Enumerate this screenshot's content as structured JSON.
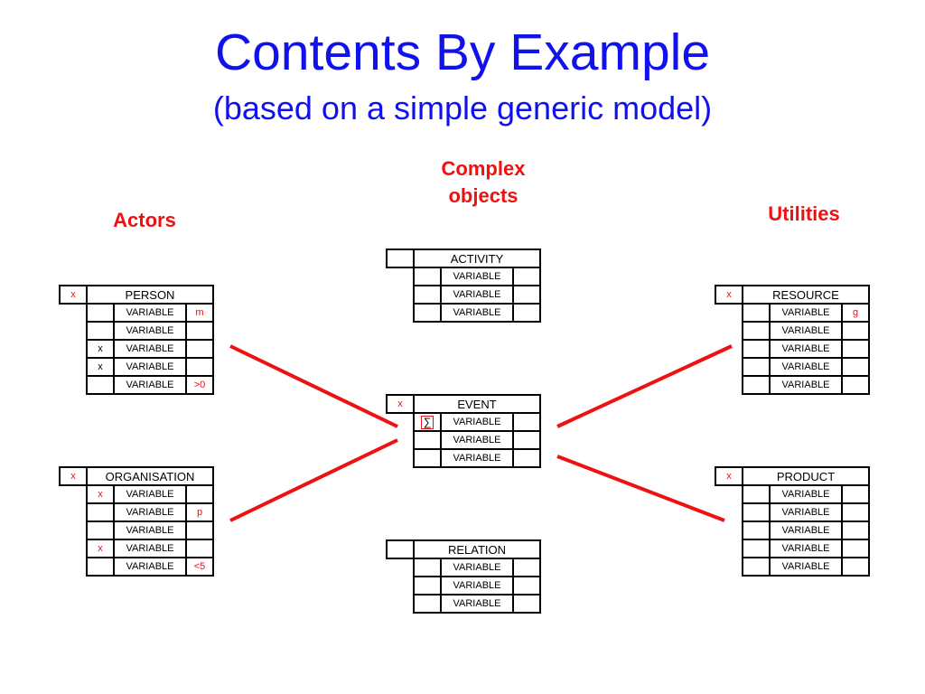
{
  "title": "Contents By Example",
  "subtitle": "(based on a simple generic model)",
  "sections": {
    "complex": "Complex\nobjects",
    "actors": "Actors",
    "utilities": "Utilities"
  },
  "colors": {
    "title": "#1111ee",
    "accent": "#ee1111",
    "border": "#000000"
  },
  "tables": {
    "activity": {
      "header": "ACTIVITY",
      "header_mark": "",
      "rows": [
        {
          "mark": "",
          "label": "VARIABLE",
          "note": ""
        },
        {
          "mark": "",
          "label": "VARIABLE",
          "note": ""
        },
        {
          "mark": "",
          "label": "VARIABLE",
          "note": ""
        }
      ]
    },
    "event": {
      "header": "EVENT",
      "header_mark": "x",
      "rows": [
        {
          "mark": "∑",
          "label": "VARIABLE",
          "note": ""
        },
        {
          "mark": "",
          "label": "VARIABLE",
          "note": ""
        },
        {
          "mark": "",
          "label": "VARIABLE",
          "note": ""
        }
      ]
    },
    "relation": {
      "header": "RELATION",
      "header_mark": "",
      "rows": [
        {
          "mark": "",
          "label": "VARIABLE",
          "note": ""
        },
        {
          "mark": "",
          "label": "VARIABLE",
          "note": ""
        },
        {
          "mark": "",
          "label": "VARIABLE",
          "note": ""
        }
      ]
    },
    "person": {
      "header": "PERSON",
      "header_mark": "x",
      "rows": [
        {
          "mark": "",
          "label": "VARIABLE",
          "note": "m"
        },
        {
          "mark": "",
          "label": "VARIABLE",
          "note": ""
        },
        {
          "mark": "x",
          "label": "VARIABLE",
          "note": ""
        },
        {
          "mark": "x",
          "label": "VARIABLE",
          "note": ""
        },
        {
          "mark": "",
          "label": "VARIABLE",
          "note": ">0"
        }
      ]
    },
    "organisation": {
      "header": "ORGANISATION",
      "header_mark": "x",
      "rows": [
        {
          "mark": "x",
          "label": "VARIABLE",
          "note": ""
        },
        {
          "mark": "",
          "label": "VARIABLE",
          "note": "p"
        },
        {
          "mark": "",
          "label": "VARIABLE",
          "note": ""
        },
        {
          "mark": "x",
          "label": "VARIABLE",
          "note": ""
        },
        {
          "mark": "",
          "label": "VARIABLE",
          "note": "<5"
        }
      ]
    },
    "resource": {
      "header": "RESOURCE",
      "header_mark": "x",
      "rows": [
        {
          "mark": "",
          "label": "VARIABLE",
          "note": "g"
        },
        {
          "mark": "",
          "label": "VARIABLE",
          "note": ""
        },
        {
          "mark": "",
          "label": "VARIABLE",
          "note": ""
        },
        {
          "mark": "",
          "label": "VARIABLE",
          "note": ""
        },
        {
          "mark": "",
          "label": "VARIABLE",
          "note": ""
        }
      ]
    },
    "product": {
      "header": "PRODUCT",
      "header_mark": "x",
      "rows": [
        {
          "mark": "",
          "label": "VARIABLE",
          "note": ""
        },
        {
          "mark": "",
          "label": "VARIABLE",
          "note": ""
        },
        {
          "mark": "",
          "label": "VARIABLE",
          "note": ""
        },
        {
          "mark": "",
          "label": "VARIABLE",
          "note": ""
        },
        {
          "mark": "",
          "label": "VARIABLE",
          "note": ""
        }
      ]
    }
  }
}
